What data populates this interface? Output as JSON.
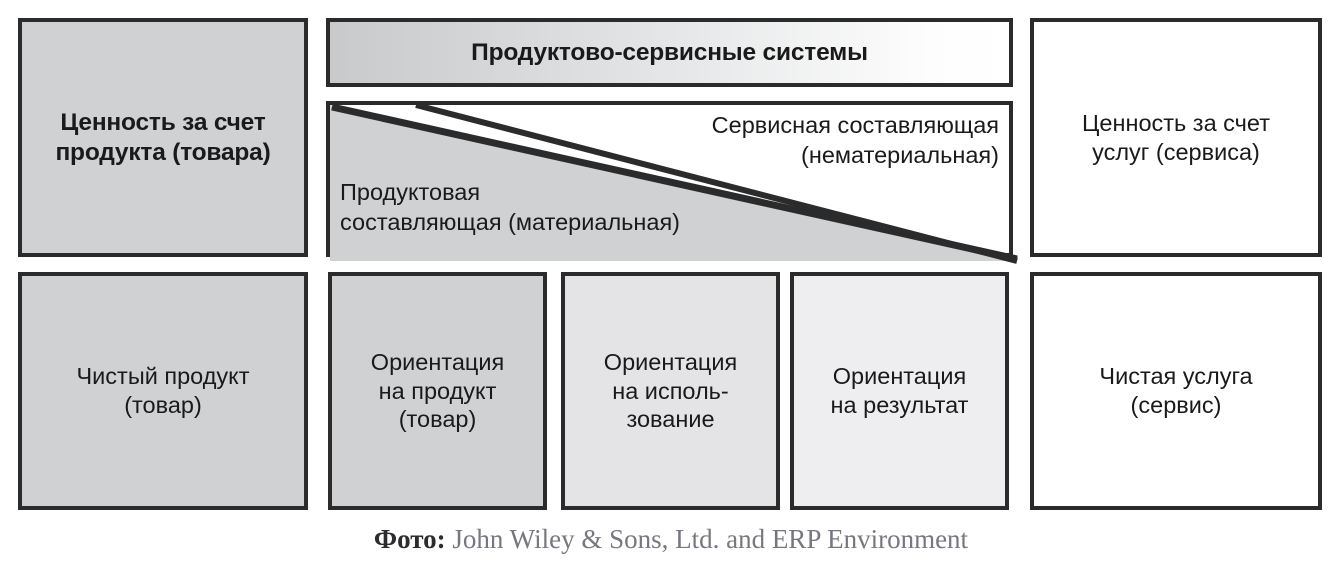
{
  "diagram": {
    "title": "Продуктово-сервисные системы",
    "left_pillar": {
      "label": "Ценность за счет\nпродукта (товара)"
    },
    "right_pillar": {
      "label": "Ценность за счет\nуслуг (сервиса)"
    },
    "composite": {
      "service_component": "Сервисная составляющая\n(нематериальная)",
      "product_component": "Продуктовая\nсоставляющая (материальная)"
    },
    "spectrum": [
      {
        "id": "pure-product",
        "label": "Чистый продукт\n(товар)",
        "fill": "#d0d1d3"
      },
      {
        "id": "orient-product",
        "label": "Ориентация\nна продукт\n(товар)",
        "fill": "#d0d1d3"
      },
      {
        "id": "orient-use",
        "label": "Ориентация\nна исполь-\nзование",
        "fill": "#e4e4e6"
      },
      {
        "id": "orient-result",
        "label": "Ориентация\nна результат",
        "fill": "#eeeef0"
      },
      {
        "id": "pure-service",
        "label": "Чистая услуга\n(сервис)",
        "fill": "#ffffff"
      }
    ]
  },
  "caption": {
    "label": "Фото:",
    "source": " John Wiley & Sons, Ltd. and ERP Environment"
  },
  "colors": {
    "stroke": "#2b2b2b",
    "gray_fill": "#d0d1d3",
    "text": "#1a1a1a",
    "caption_text": "#6e6e76"
  }
}
